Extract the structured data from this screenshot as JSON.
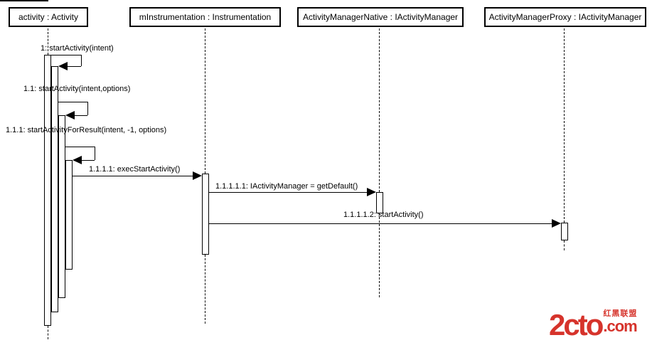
{
  "diagram": {
    "lifelines": [
      {
        "id": "activity",
        "label": "activity : Activity"
      },
      {
        "id": "mInstrumentation",
        "label": "mInstrumentation : Instrumentation"
      },
      {
        "id": "ActivityManagerNative",
        "label": "ActivityManagerNative : IActivityManager"
      },
      {
        "id": "ActivityManagerProxy",
        "label": "ActivityManagerProxy : IActivityManager"
      }
    ],
    "messages": [
      {
        "seq": "1",
        "label": "1: startActivity(intent)",
        "kind": "self",
        "from": "activity",
        "to": "activity"
      },
      {
        "seq": "1.1",
        "label": "1.1: startActivity(intent,options)",
        "kind": "self",
        "from": "activity",
        "to": "activity"
      },
      {
        "seq": "1.1.1",
        "label": "1.1.1: startActivityForResult(intent, -1, options)",
        "kind": "self",
        "from": "activity",
        "to": "activity"
      },
      {
        "seq": "1.1.1.1",
        "label": "1.1.1.1: execStartActivity()",
        "kind": "call",
        "from": "activity",
        "to": "mInstrumentation"
      },
      {
        "seq": "1.1.1.1.1",
        "label": "1.1.1.1.1: IActivityManager = getDefault()",
        "kind": "call",
        "from": "mInstrumentation",
        "to": "ActivityManagerNative"
      },
      {
        "seq": "1.1.1.1.2",
        "label": "1.1.1.1.2: startActivity()",
        "kind": "call",
        "from": "mInstrumentation",
        "to": "ActivityManagerProxy"
      }
    ],
    "line_color": "#000000",
    "background_color": "#ffffff"
  },
  "watermark": {
    "brand": "2cto",
    "suffix": ".com",
    "tagline": "红黑联盟",
    "color": "#d6332b"
  }
}
